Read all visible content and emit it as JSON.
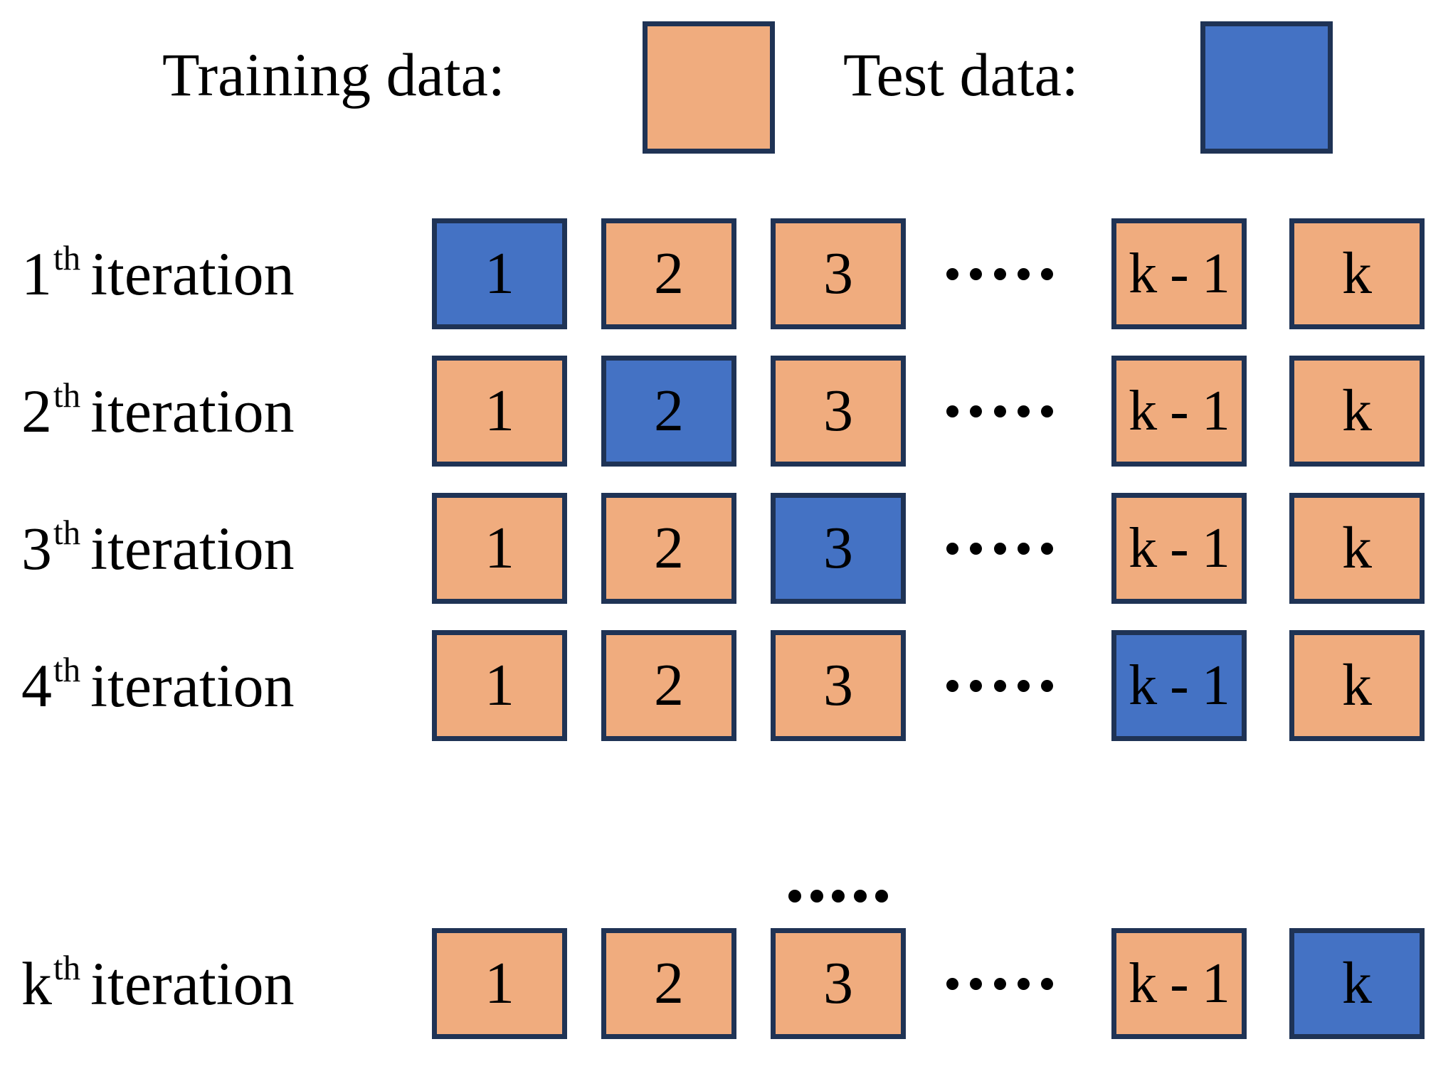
{
  "legend": {
    "training": {
      "label": "Training data:",
      "color": "#f0ac7e"
    },
    "test": {
      "label": "Test data:",
      "color": "#4472c4"
    },
    "border_color": "#1f3355"
  },
  "diagram": {
    "type": "k-fold-cross-validation",
    "fold_labels": [
      "1",
      "2",
      "3",
      "k - 1",
      "k"
    ],
    "ellipsis_dots_horizontal": 5,
    "ellipsis_dots_vertical_gap": 5,
    "rows": [
      {
        "index_label": "1",
        "ordinal_suffix": "th",
        "label_word": "iteration",
        "cells": [
          {
            "text": "1",
            "role": "test"
          },
          {
            "text": "2",
            "role": "train"
          },
          {
            "text": "3",
            "role": "train"
          },
          {
            "text": "k - 1",
            "role": "train"
          },
          {
            "text": "k",
            "role": "train"
          }
        ]
      },
      {
        "index_label": "2",
        "ordinal_suffix": "th",
        "label_word": "iteration",
        "cells": [
          {
            "text": "1",
            "role": "train"
          },
          {
            "text": "2",
            "role": "test"
          },
          {
            "text": "3",
            "role": "train"
          },
          {
            "text": "k - 1",
            "role": "train"
          },
          {
            "text": "k",
            "role": "train"
          }
        ]
      },
      {
        "index_label": "3",
        "ordinal_suffix": "th",
        "label_word": "iteration",
        "cells": [
          {
            "text": "1",
            "role": "train"
          },
          {
            "text": "2",
            "role": "train"
          },
          {
            "text": "3",
            "role": "test"
          },
          {
            "text": "k - 1",
            "role": "train"
          },
          {
            "text": "k",
            "role": "train"
          }
        ]
      },
      {
        "index_label": "4",
        "ordinal_suffix": "th",
        "label_word": "iteration",
        "cells": [
          {
            "text": "1",
            "role": "train"
          },
          {
            "text": "2",
            "role": "train"
          },
          {
            "text": "3",
            "role": "train"
          },
          {
            "text": "k - 1",
            "role": "test"
          },
          {
            "text": "k",
            "role": "train"
          }
        ]
      },
      {
        "index_label": "k",
        "ordinal_suffix": "th",
        "label_word": "iteration",
        "cells": [
          {
            "text": "1",
            "role": "train"
          },
          {
            "text": "2",
            "role": "train"
          },
          {
            "text": "3",
            "role": "train"
          },
          {
            "text": "k - 1",
            "role": "train"
          },
          {
            "text": "k",
            "role": "test"
          }
        ]
      }
    ]
  }
}
